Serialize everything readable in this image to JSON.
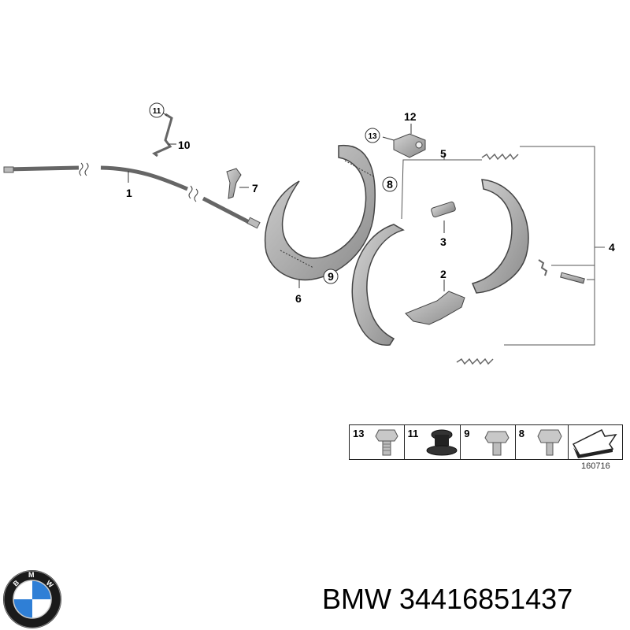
{
  "diagram": {
    "callouts": [
      {
        "id": "c1",
        "label": "1"
      },
      {
        "id": "c2",
        "label": "2"
      },
      {
        "id": "c3",
        "label": "3"
      },
      {
        "id": "c4",
        "label": "4"
      },
      {
        "id": "c5",
        "label": "5"
      },
      {
        "id": "c6",
        "label": "6"
      },
      {
        "id": "c7",
        "label": "7"
      },
      {
        "id": "c8",
        "label": "8"
      },
      {
        "id": "c9",
        "label": "9"
      },
      {
        "id": "c10",
        "label": "10"
      },
      {
        "id": "c11",
        "label": "11"
      },
      {
        "id": "c12",
        "label": "12"
      },
      {
        "id": "c13",
        "label": "13"
      }
    ],
    "legend": [
      {
        "label": "13",
        "icon": "hex-bolt-icon"
      },
      {
        "label": "11",
        "icon": "rubber-grommet-icon"
      },
      {
        "label": "9",
        "icon": "hex-bolt-icon"
      },
      {
        "label": "8",
        "icon": "hex-bolt-icon"
      },
      {
        "label": "",
        "icon": "direction-arrow-icon"
      }
    ],
    "diagram_id": "160716"
  },
  "caption": "BMW 34416851437",
  "colors": {
    "part_fill": "#a9a9a9",
    "part_stroke": "#444444",
    "line": "#555555"
  }
}
